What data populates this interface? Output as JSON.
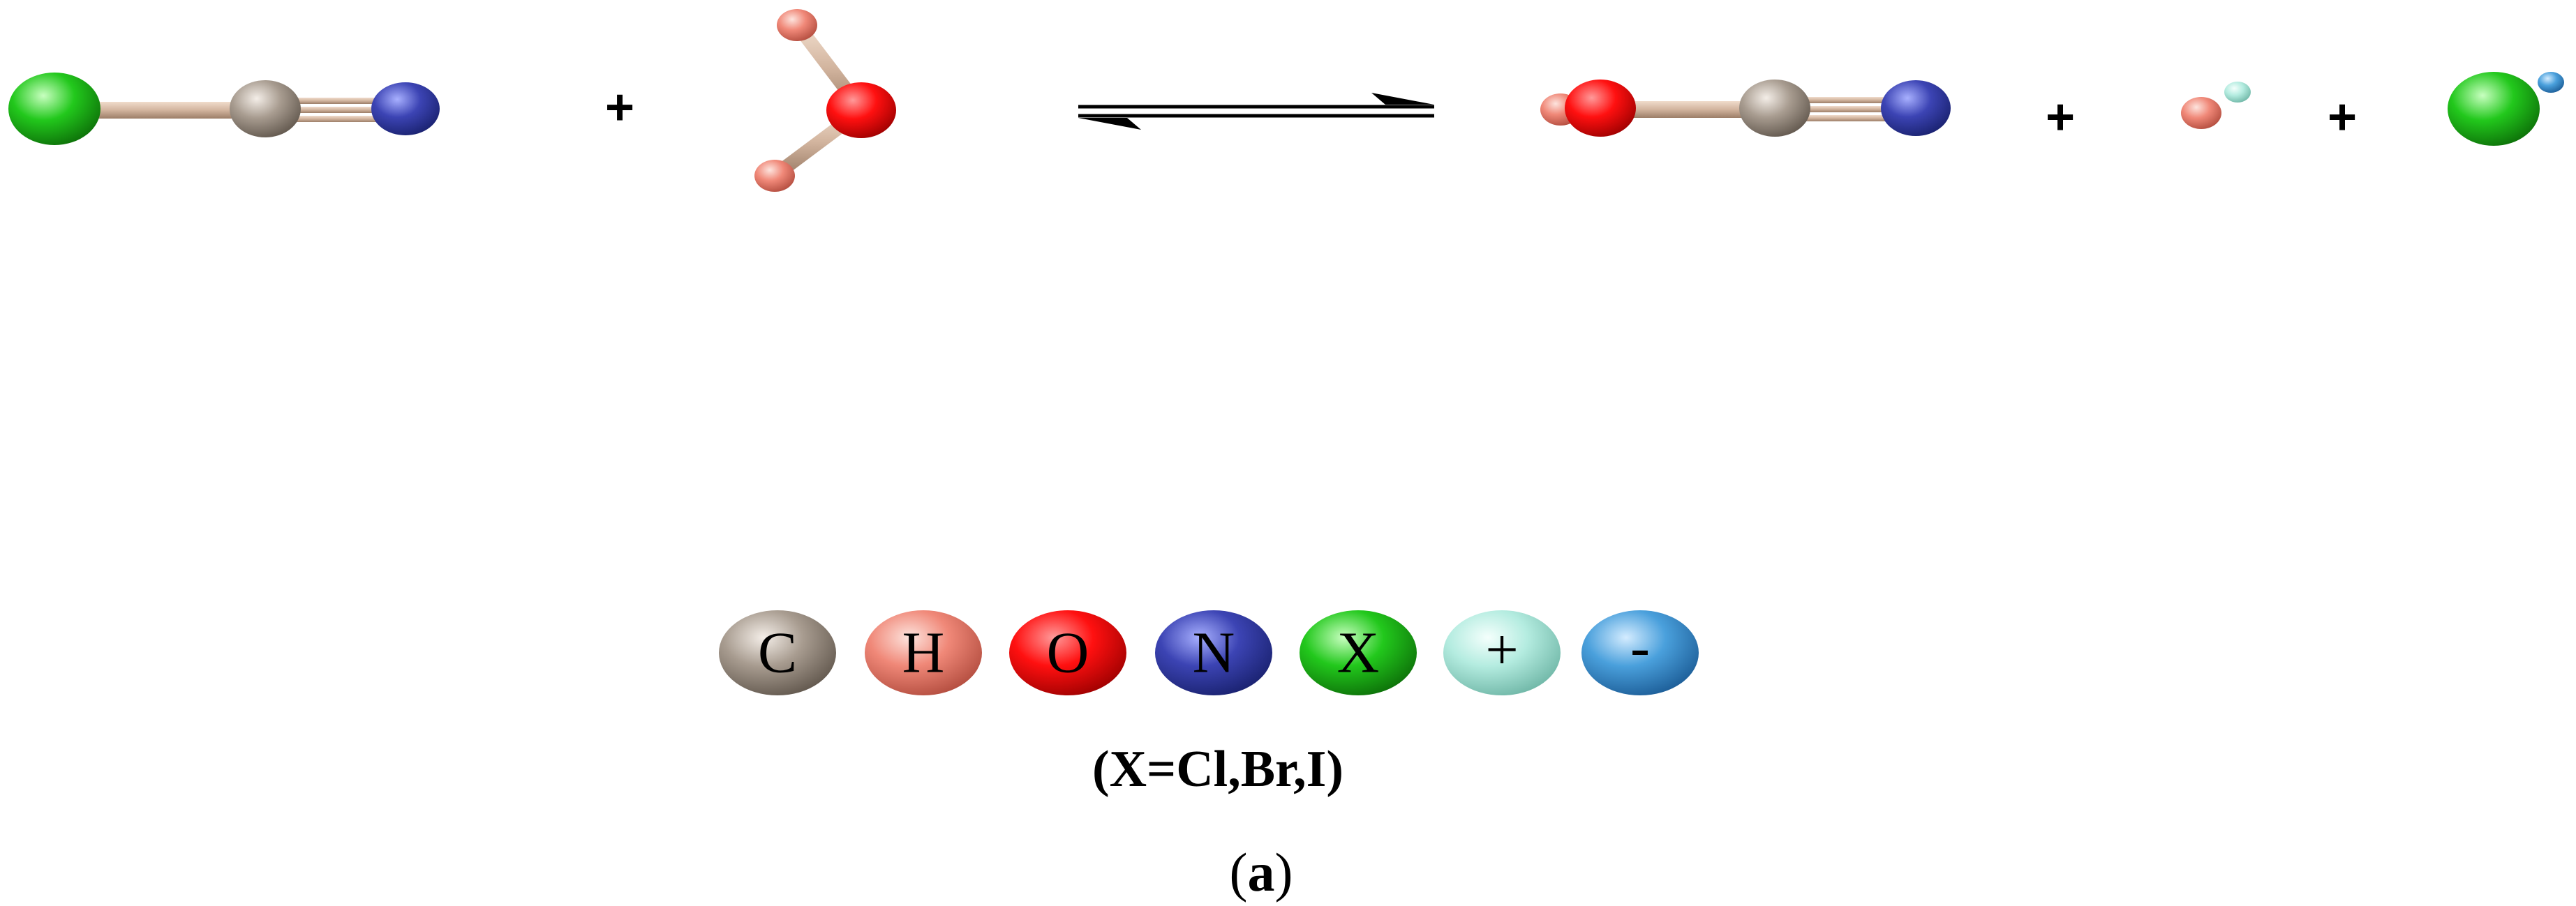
{
  "plus": "+",
  "colors": {
    "C": "#a89c90",
    "H": "#f08878",
    "O": "#ff1010",
    "N": "#3c44b4",
    "X": "#22c81c",
    "pos": "#b4ece0",
    "neg": "#4aa0dc",
    "bond": "#d2b49e"
  },
  "legend": {
    "items": [
      {
        "symbol": "C",
        "color": "#a89c90"
      },
      {
        "symbol": "H",
        "color": "#f08878"
      },
      {
        "symbol": "O",
        "color": "#ff1010"
      },
      {
        "symbol": "N",
        "color": "#3c44b4"
      },
      {
        "symbol": "X",
        "color": "#22c81c"
      },
      {
        "symbol": "+",
        "color": "#b4ece0"
      },
      {
        "symbol": "-",
        "color": "#4aa0dc"
      }
    ],
    "note": "(X=Cl,Br,I)"
  },
  "caption": {
    "open": "(",
    "letter": "a",
    "close": ")"
  }
}
